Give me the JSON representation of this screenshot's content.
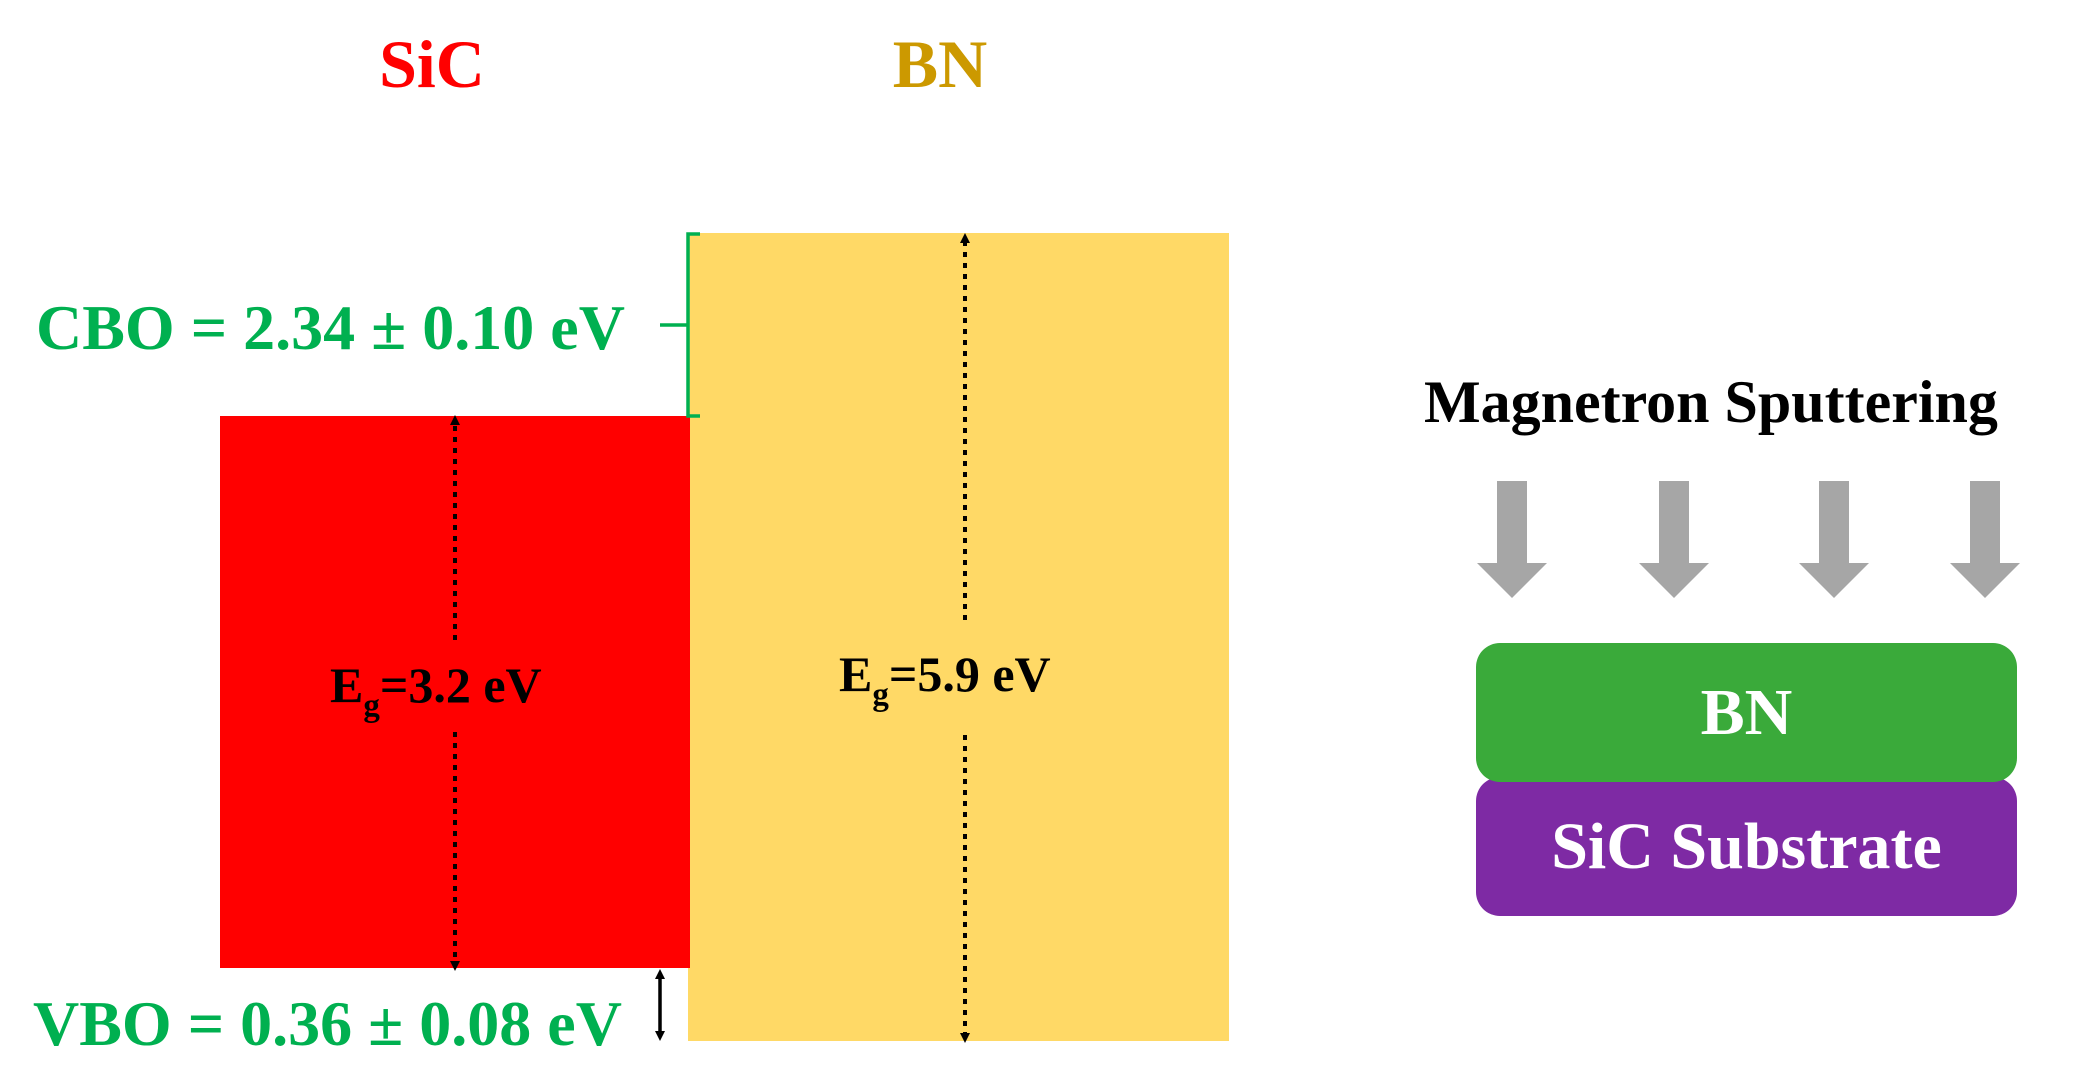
{
  "band_diagram": {
    "materials": [
      {
        "name": "SiC",
        "color": "#ff0000",
        "bandgap_prefix": "E",
        "bandgap_sub": "g",
        "bandgap_value": "=3.2 eV"
      },
      {
        "name": "BN",
        "color": "#ffd966",
        "title_color": "#cc9900",
        "bandgap_prefix": "E",
        "bandgap_sub": "g",
        "bandgap_value": "=5.9 eV"
      }
    ],
    "cbo_label": "CBO = 2.34 ± 0.10 eV",
    "vbo_label": "VBO = 0.36 ± 0.08 eV",
    "offset_color": "#00b050"
  },
  "process": {
    "title": "Magnetron Sputtering",
    "arrow_count": 4,
    "arrow_color": "#a6a6a6",
    "layers": [
      {
        "label": "BN",
        "color": "#3aaa3a"
      },
      {
        "label": "SiC Substrate",
        "color": "#7e2aa4"
      }
    ]
  }
}
